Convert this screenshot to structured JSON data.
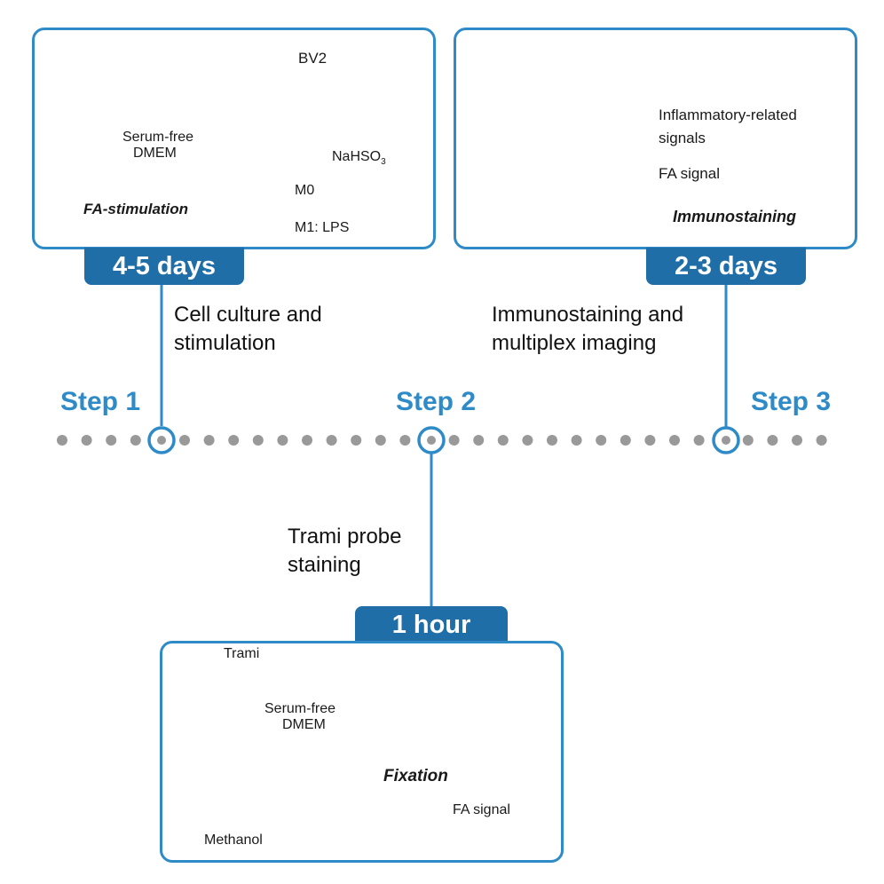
{
  "panels": {
    "step1": {
      "badge": "4-5 days",
      "cell_line": "BV2",
      "left_reagent": [
        "Serum-free",
        "DMEM"
      ],
      "right_reagent_base": "NaHSO",
      "right_reagent_sub": "3",
      "stage_label": "FA-stimulation",
      "groups": [
        "M0",
        "M1: LPS"
      ]
    },
    "step3": {
      "badge": "2-3 days",
      "signal1": [
        "Inflammatory-related",
        "signals"
      ],
      "signal2": "FA signal",
      "stage_label": "Immunostaining"
    },
    "step2": {
      "badge": "1 hour",
      "probe": "Trami",
      "reagent": [
        "Serum-free",
        "DMEM"
      ],
      "fixative": "Methanol",
      "stage_label": "Fixation",
      "legend": "FA signal"
    }
  },
  "timeline": {
    "steps": [
      "Step 1",
      "Step 2",
      "Step 3"
    ],
    "captions": [
      [
        "Cell culture and",
        "stimulation"
      ],
      [
        "Trami probe",
        "staining"
      ],
      [
        "Immunostaining and",
        "multiplex imaging"
      ]
    ]
  },
  "colors": {
    "accent": "#2e8bc7",
    "badge": "#1f6ea8",
    "dots": "#999999",
    "cell_pink": "#f2b8c0",
    "nucleus_green": "#2fbf6a"
  }
}
